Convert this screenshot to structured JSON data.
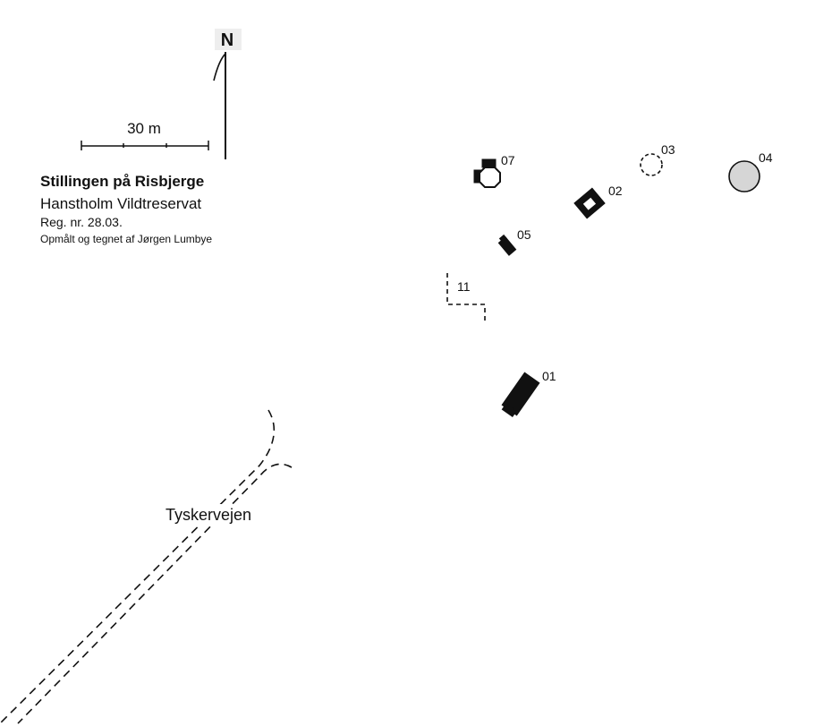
{
  "north_label": "N",
  "scale": {
    "label": "30 m"
  },
  "title": {
    "main": "Stillingen på Risbjerge",
    "subtitle": "Hanstholm Vildtreservat",
    "reg": "Reg. nr. 28.03.",
    "credit": "Opmålt og tegnet af Jørgen Lumbye"
  },
  "features": {
    "f01": "01",
    "f02": "02",
    "f03": "03",
    "f04": "04",
    "f05": "05",
    "f07": "07",
    "f11": "11"
  },
  "road": {
    "label": "Tyskervejen"
  },
  "colors": {
    "ink": "#111111",
    "circle_fill": "#d6d6d6",
    "background": "#ffffff"
  }
}
